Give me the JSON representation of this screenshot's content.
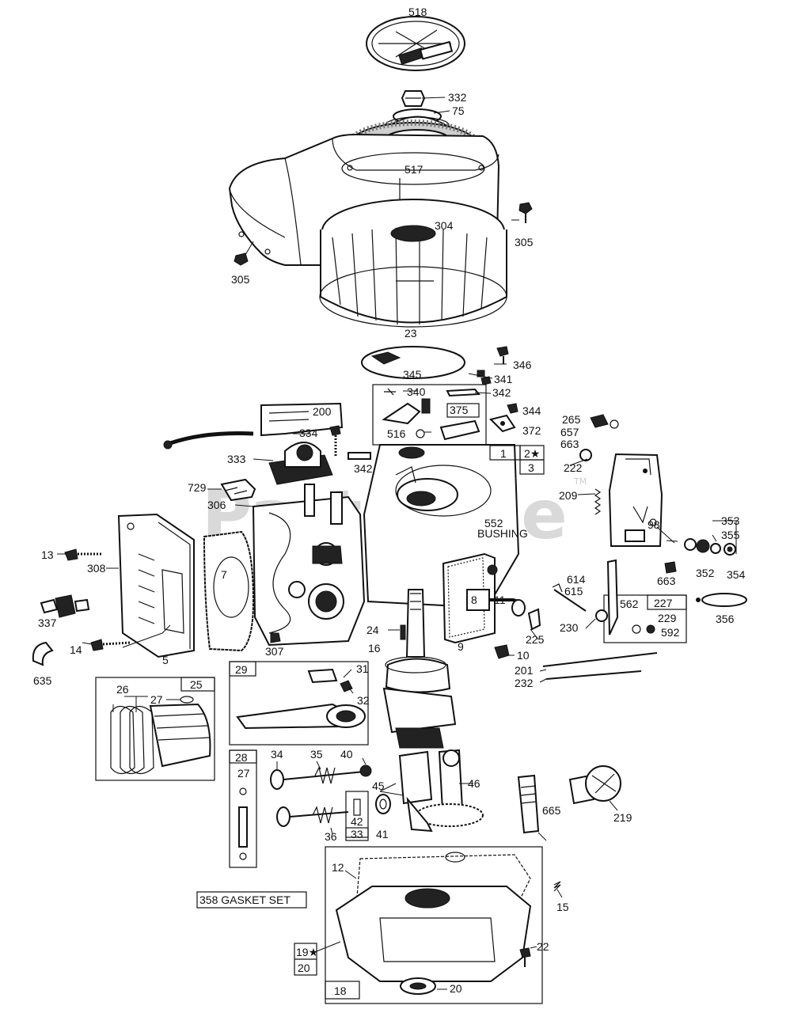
{
  "diagram": {
    "watermark": "PartsTree",
    "watermark_tm": "TM",
    "labels": {
      "l518": "518",
      "l332": "332",
      "l75": "75",
      "l517": "517",
      "l304": "304",
      "l305a": "305",
      "l305b": "305",
      "l23": "23",
      "l346": "346",
      "l345": "345",
      "l341": "341",
      "l340": "340",
      "l342a": "342",
      "l375": "375",
      "l344": "344",
      "l516": "516",
      "l372": "372",
      "l200": "200",
      "l334": "334",
      "l333": "333",
      "l342b": "342",
      "l1": "1",
      "l2": "2★",
      "l3": "3",
      "l265": "265",
      "l657": "657",
      "l663a": "663",
      "l222": "222",
      "l209": "209",
      "l729": "729",
      "l306": "306",
      "l552": "552",
      "lbushing": "BUSHING",
      "l98": "98",
      "l353": "353",
      "l355": "355",
      "l352": "352",
      "l354": "354",
      "l663b": "663",
      "l13": "13",
      "l308": "308",
      "l7": "7",
      "l8": "8",
      "l11": "11",
      "l614": "614",
      "l615": "615",
      "l562": "562",
      "l227": "227",
      "l229": "229",
      "l592": "592",
      "l356": "356",
      "l337": "337",
      "l24": "24",
      "l230": "230",
      "l225": "225",
      "l14": "14",
      "l5": "5",
      "l307": "307",
      "l16": "16",
      "l9": "9",
      "l10": "10",
      "l635": "635",
      "l201": "201",
      "l232": "232",
      "l29": "29",
      "l31": "31",
      "l32": "32",
      "l26": "26",
      "l25": "25",
      "l27a": "27",
      "l28": "28",
      "l27b": "27",
      "l34": "34",
      "l35": "35",
      "l40": "40",
      "l45": "45",
      "l46": "46",
      "l665": "665",
      "l219": "219",
      "l42": "42",
      "l33": "33",
      "l41": "41",
      "l36": "36",
      "l12": "12",
      "l358": "358 GASKET SET",
      "l15": "15",
      "l19": "19★",
      "l20a": "20",
      "l22": "22",
      "l18": "18",
      "l20b": "20"
    }
  }
}
